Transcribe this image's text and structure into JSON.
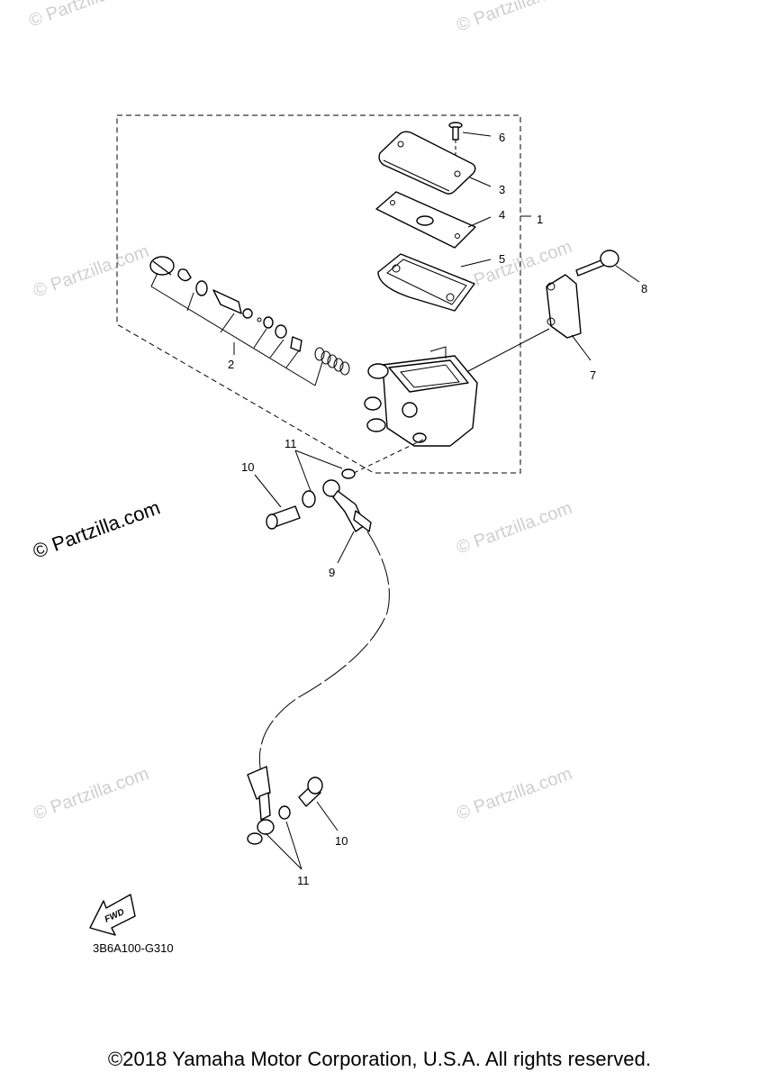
{
  "watermarks": {
    "small": "© Partzilla.com",
    "large": "© Partzilla.com"
  },
  "callouts": {
    "c1": "1",
    "c2": "2",
    "c3": "3",
    "c4": "4",
    "c5": "5",
    "c6": "6",
    "c7": "7",
    "c8": "8",
    "c9": "9",
    "c10a": "10",
    "c10b": "10",
    "c11a": "11",
    "c11b": "11"
  },
  "fwd_label": "FWD",
  "diagram_code": "3B6A100-G310",
  "copyright": "©2018 Yamaha Motor Corporation, U.S.A. All rights reserved.",
  "colors": {
    "line": "#000000",
    "watermark": "#cfcfcf",
    "background": "#ffffff"
  }
}
